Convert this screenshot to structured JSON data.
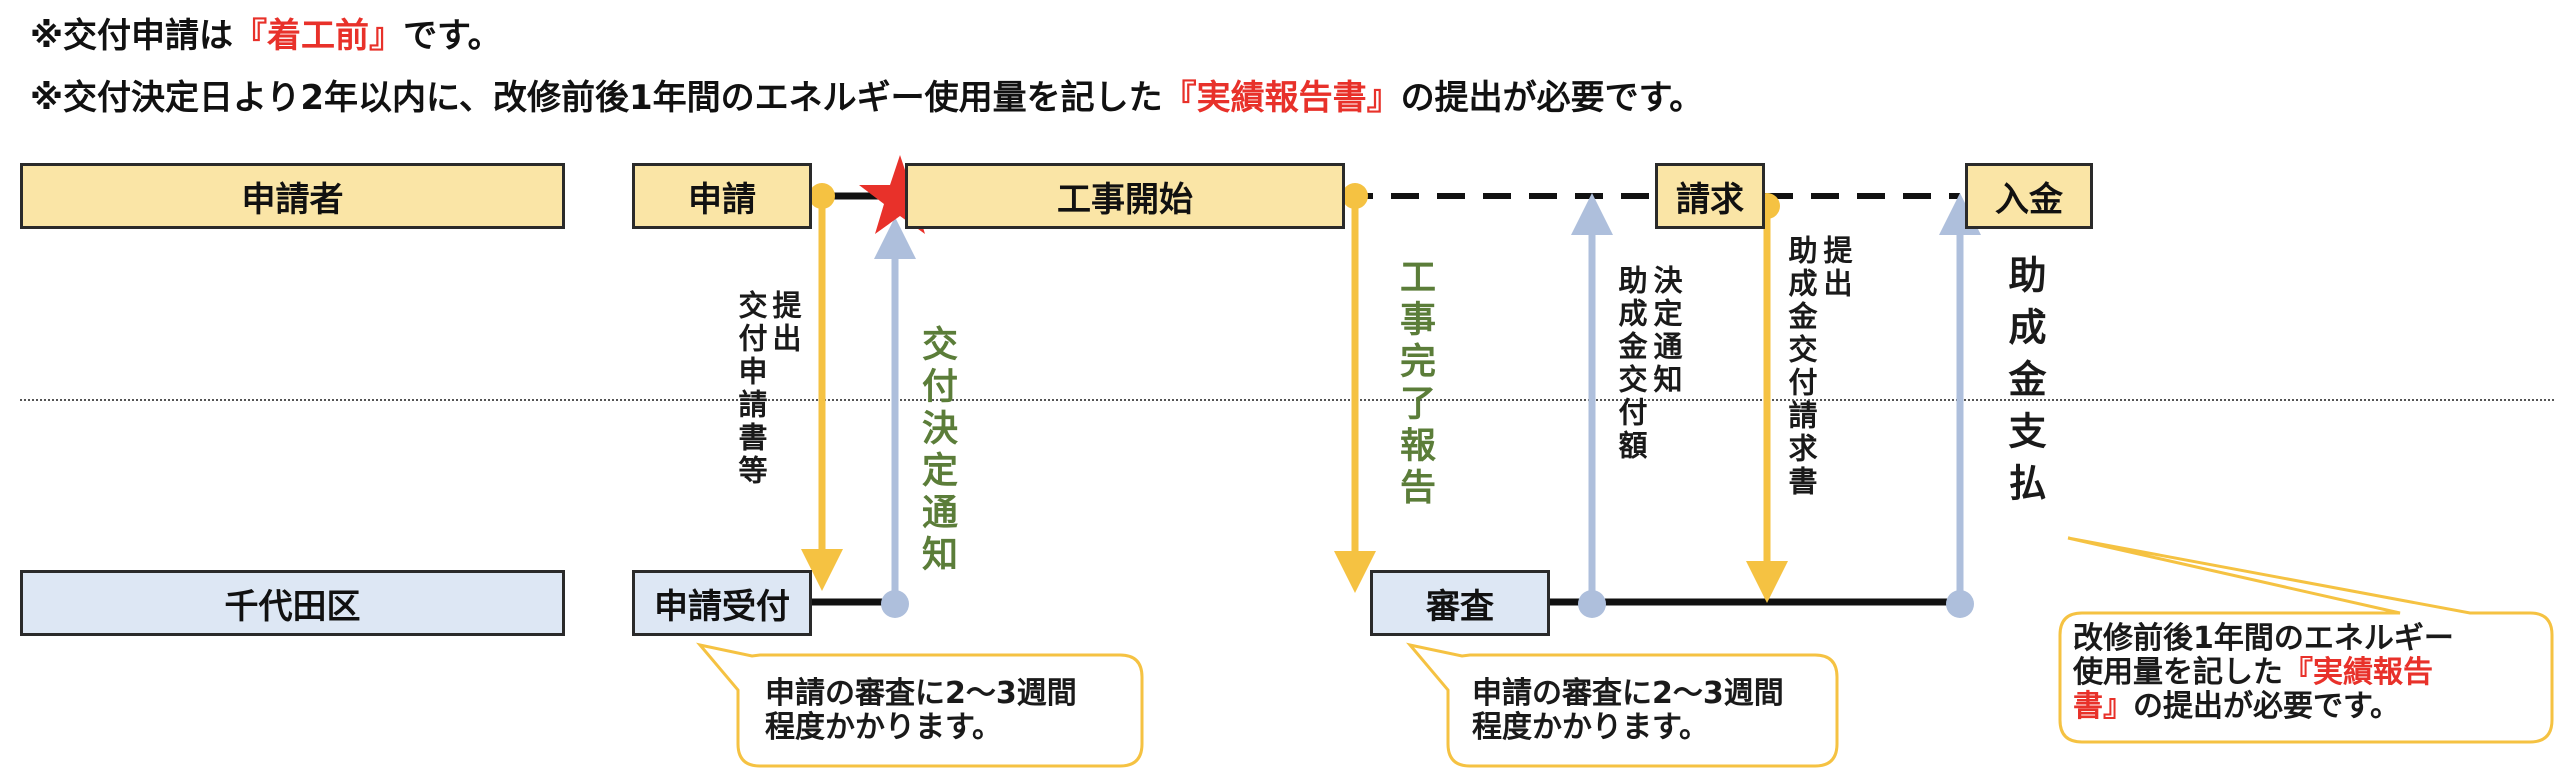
{
  "notes": {
    "line1_pre": "※交付申請は",
    "line1_red": "『着工前』",
    "line1_post": "です。",
    "line2_pre": "※交付決定日より2年以内に、改修前後1年間のエネルギー使用量を記した",
    "line2_red": "『実績報告書』",
    "line2_post": "の提出が必要です。"
  },
  "lanes": {
    "applicant": "申請者",
    "ward": "千代田区"
  },
  "steps": {
    "apply": "申請",
    "construction_start": "工事開始",
    "claim": "請求",
    "payment": "入金",
    "receipt": "申請受付",
    "review": "審査"
  },
  "arrows": {
    "submit_docs_a": "提出",
    "submit_docs_b": "交付申請書等",
    "grant_decision": "交付決定通知",
    "completion_report": "工事完了報告",
    "grant_amount_a": "決定通知",
    "grant_amount_b": "助成金交付額",
    "grant_claim_a": "提出",
    "grant_claim_b": "助成金交付請求書",
    "grant_payment": "助成金支払"
  },
  "callouts": {
    "review1_line1": "申請の審査に2〜3週間",
    "review1_line2": "程度かかります。",
    "review2_line1": "申請の審査に2〜3週間",
    "review2_line2": "程度かかります。",
    "report_line1": "改修前後1年間のエネルギー",
    "report_line2_pre": "使用量を記した",
    "report_line2_red": "『実績報告",
    "report_line3_red": "書』",
    "report_line3_post": "の提出が必要です。"
  },
  "colors": {
    "yellow_arrow": "#f5c242",
    "blue_arrow": "#aebfdc",
    "star": "#e8312a",
    "green_text": "#5b7d39",
    "red_text": "#e8312a"
  },
  "icons": {
    "start_marker": "star-icon"
  }
}
